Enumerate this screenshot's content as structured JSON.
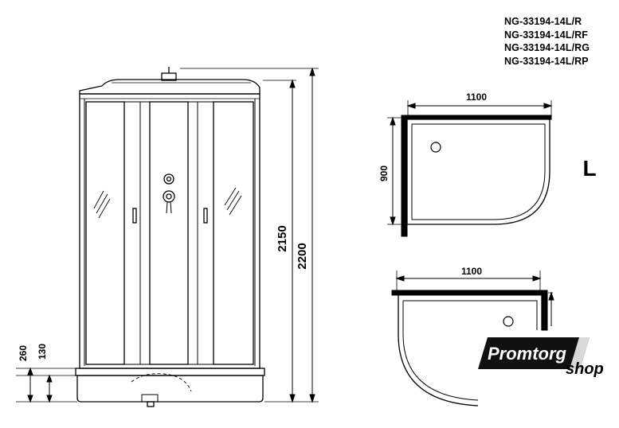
{
  "models": [
    "NG-33194-14L/R",
    "NG-33194-14L/RF",
    "NG-33194-14L/RG",
    "NG-33194-14L/RP"
  ],
  "dimensions": {
    "height_total": "2200",
    "height_cabin": "2150",
    "tray_height": "260",
    "tray_step": "130",
    "top_width": "1100",
    "side_depth": "900",
    "bottom_width": "1100"
  },
  "orientation_label": "L",
  "watermark": {
    "main": "Promtorg",
    "sub": "shop"
  },
  "colors": {
    "line": "#000000",
    "glass": "#ffffff",
    "logo_bg": "#111111",
    "logo_stripe": "#d9d9d9"
  }
}
